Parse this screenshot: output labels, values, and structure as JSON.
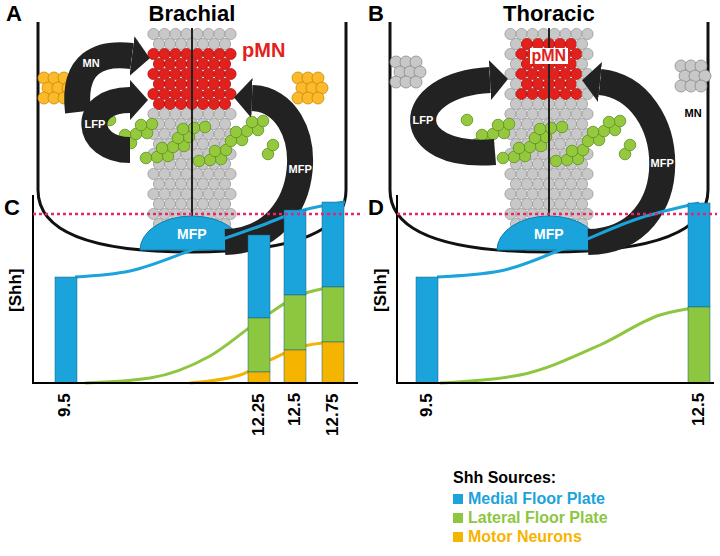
{
  "diagram": {
    "labels": [
      "A",
      "Brachial",
      "B",
      "Thoracic",
      "pMN",
      "MN",
      "LFP",
      "MFP",
      "MFP",
      "pMN",
      "LFP",
      "MFP",
      "MN",
      "MFP",
      "C",
      "D",
      "[Shh]",
      "[Shh]",
      "9.5",
      "12.25",
      "12.5",
      "12.75",
      "9.5",
      "12.5",
      "Shh Sources:"
    ],
    "legend": [
      {
        "text": "Medial Floor Plate",
        "color": "#1ba3dc"
      },
      {
        "text": "Lateral Floor Plate",
        "color": "#8dc63f"
      },
      {
        "text": "Motor Neurons",
        "color": "#f5b400"
      }
    ]
  }
}
